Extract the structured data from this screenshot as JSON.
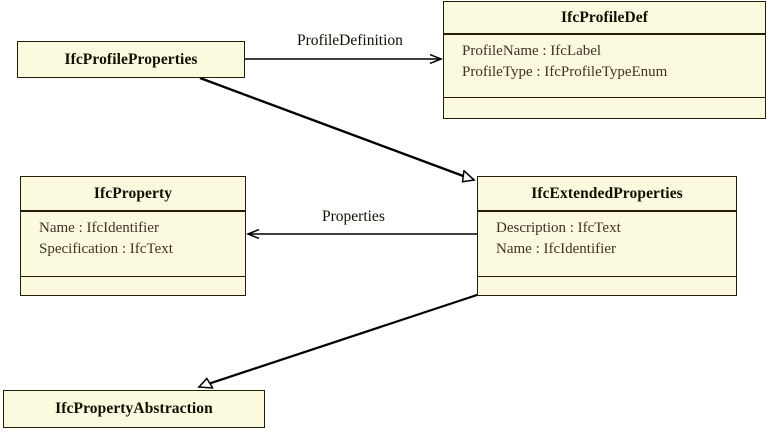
{
  "diagram": {
    "type": "uml-class-diagram",
    "background_color": "#ffffff",
    "box_fill_color": "#fcfade",
    "box_border_color": "#241e08",
    "line_color": "#000000",
    "classes": [
      {
        "id": "IfcProfileProperties",
        "name": "IfcProfileProperties",
        "attributes": [],
        "has_empty_compartment": false
      },
      {
        "id": "IfcProfileDef",
        "name": "IfcProfileDef",
        "attributes": [
          "ProfileName : IfcLabel",
          "ProfileType : IfcProfileTypeEnum"
        ],
        "has_empty_compartment": true
      },
      {
        "id": "IfcProperty",
        "name": "IfcProperty",
        "attributes": [
          "Name : IfcIdentifier",
          "Specification : IfcText"
        ],
        "has_empty_compartment": true
      },
      {
        "id": "IfcExtendedProperties",
        "name": "IfcExtendedProperties",
        "attributes": [
          "Description : IfcText",
          "Name : IfcIdentifier"
        ],
        "has_empty_compartment": true
      },
      {
        "id": "IfcPropertyAbstraction",
        "name": "IfcPropertyAbstraction",
        "attributes": [],
        "has_empty_compartment": false
      }
    ],
    "edges": [
      {
        "id": "profile-definition",
        "label": "ProfileDefinition",
        "from": "IfcProfileProperties",
        "to": "IfcProfileDef",
        "kind": "association",
        "arrowhead": "open-arrow",
        "direction": "right"
      },
      {
        "id": "properties",
        "label": "Properties",
        "from": "IfcExtendedProperties",
        "to": "IfcProperty",
        "kind": "association",
        "arrowhead": "open-arrow",
        "direction": "left"
      },
      {
        "id": "gen-profileproperties",
        "label": "",
        "from": "IfcProfileProperties",
        "to": "IfcExtendedProperties",
        "kind": "generalization",
        "arrowhead": "hollow-triangle",
        "direction": "down-right"
      },
      {
        "id": "gen-extendedproperties",
        "label": "",
        "from": "IfcExtendedProperties",
        "to": "IfcPropertyAbstraction",
        "kind": "generalization",
        "arrowhead": "hollow-triangle",
        "direction": "down-left"
      }
    ]
  }
}
